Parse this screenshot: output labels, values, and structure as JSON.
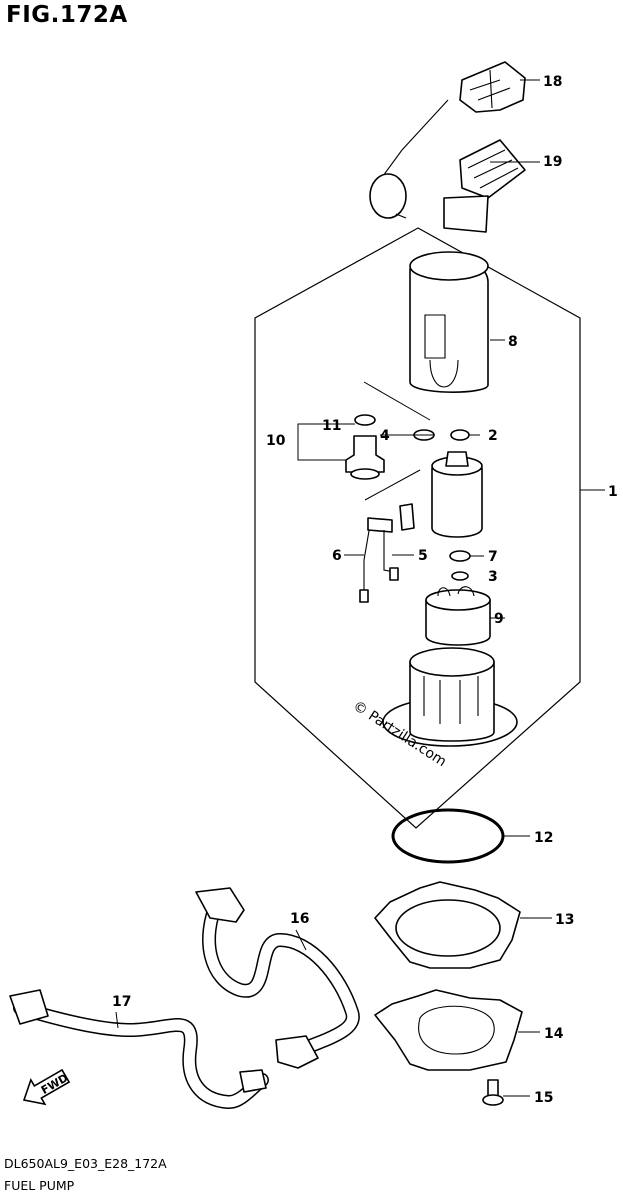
{
  "header": {
    "figure_title": "FIG.172A"
  },
  "footer": {
    "code": "DL650AL9_E03_E28_172A",
    "name": "FUEL PUMP"
  },
  "watermark": "© Partzilla.com",
  "fwd_label": "FWD",
  "callouts": [
    "1",
    "2",
    "3",
    "4",
    "5",
    "6",
    "7",
    "8",
    "9",
    "10",
    "11",
    "12",
    "13",
    "14",
    "15",
    "16",
    "17",
    "18",
    "19"
  ]
}
